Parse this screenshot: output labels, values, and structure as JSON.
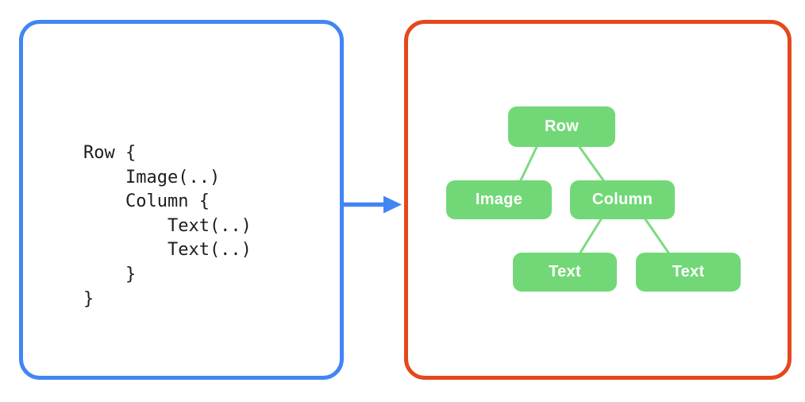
{
  "canvas": {
    "background": "#ffffff"
  },
  "left_panel": {
    "border_color": "#4285F4",
    "code_text_color": "#1d1d1f",
    "code_lines": [
      "Row {",
      "    Image(..)",
      "    Column {",
      "        Text(..)",
      "        Text(..)",
      "    }",
      "}"
    ]
  },
  "arrow": {
    "name": "right-arrow",
    "color": "#4285F4"
  },
  "right_panel": {
    "border_color": "#E5481C",
    "tree": {
      "node_fill_color": "#72D877",
      "node_text_color": "#ffffff",
      "edge_color": "#7cda80",
      "nodes": [
        {
          "id": "row",
          "label": "Row"
        },
        {
          "id": "image",
          "label": "Image"
        },
        {
          "id": "column",
          "label": "Column"
        },
        {
          "id": "text-1",
          "label": "Text"
        },
        {
          "id": "text-2",
          "label": "Text"
        }
      ],
      "edges": [
        {
          "from": "row",
          "to": "image"
        },
        {
          "from": "row",
          "to": "column"
        },
        {
          "from": "column",
          "to": "text-1"
        },
        {
          "from": "column",
          "to": "text-2"
        }
      ]
    }
  }
}
